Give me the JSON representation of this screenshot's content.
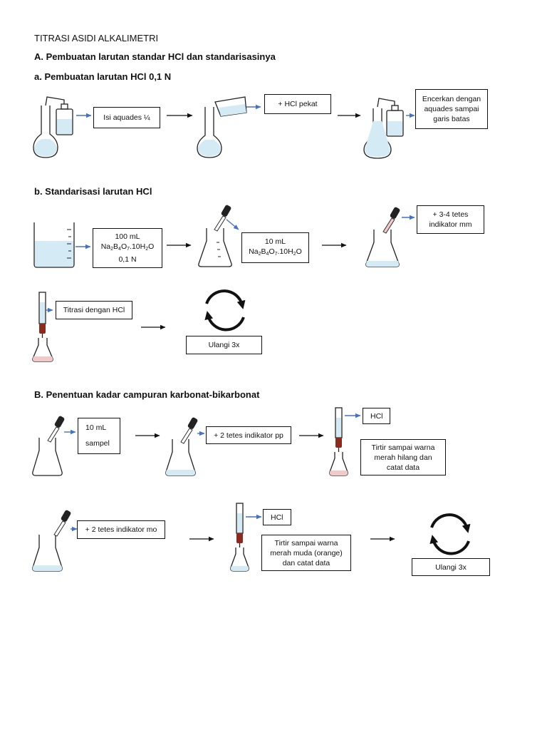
{
  "title": "TITRASI ASIDI ALKALIMETRI",
  "section_a": {
    "heading": "A. Pembuatan larutan standar HCl dan standarisasinya",
    "part_a": {
      "heading": "a. Pembuatan larutan HCl 0,1 N",
      "box_aquades": "Isi aquades ¼",
      "box_hcl_pekat": "+ HCl pekat",
      "box_encerkan": [
        "Encerkan dengan",
        "aquades sampai",
        "garis batas"
      ]
    },
    "part_b": {
      "heading": "b. Standarisasi larutan HCl",
      "box_100ml": {
        "line1": "100 mL",
        "f1": "Na",
        "s1": "2",
        "f2": "B",
        "s2": "4",
        "f3": "O",
        "s3": "7",
        "f4": ".10H",
        "s4": "2",
        "f5": "O",
        "line3": "0,1 N"
      },
      "box_10ml": {
        "line1": "10 mL",
        "f1": "Na",
        "s1": "2",
        "f2": "B",
        "s2": "4",
        "f3": "O",
        "s3": "7",
        "f4": ".10H",
        "s4": "2",
        "f5": "O"
      },
      "box_indikator_mm": [
        "+ 3-4 tetes",
        "indikator mm"
      ],
      "box_titrasi": "Titrasi dengan HCl",
      "box_ulangi": "Ulangi 3x"
    }
  },
  "section_b": {
    "heading": "B. Penentuan kadar campuran karbonat-bikarbonat",
    "row1": {
      "box_sampel": [
        "10 mL",
        "sampel"
      ],
      "box_indikator_pp": "+ 2 tetes indikator pp",
      "box_hcl": "HCl",
      "box_tirtir": [
        "Tirtir sampai warna",
        "merah hilang dan",
        "catat data"
      ]
    },
    "row2": {
      "box_indikator_mo": "+ 2 tetes indikator mo",
      "box_hcl": "HCl",
      "box_tirtir": [
        "Tirtir sampai warna",
        "merah muda (orange)",
        "dan catat data"
      ],
      "box_ulangi": "Ulangi 3x"
    }
  },
  "colors": {
    "water": "#d4ebf5",
    "pink": "#f2c9c9",
    "arrow_blue": "#4472c4",
    "stroke": "#222222",
    "stopcock": "#8b2a1e"
  }
}
